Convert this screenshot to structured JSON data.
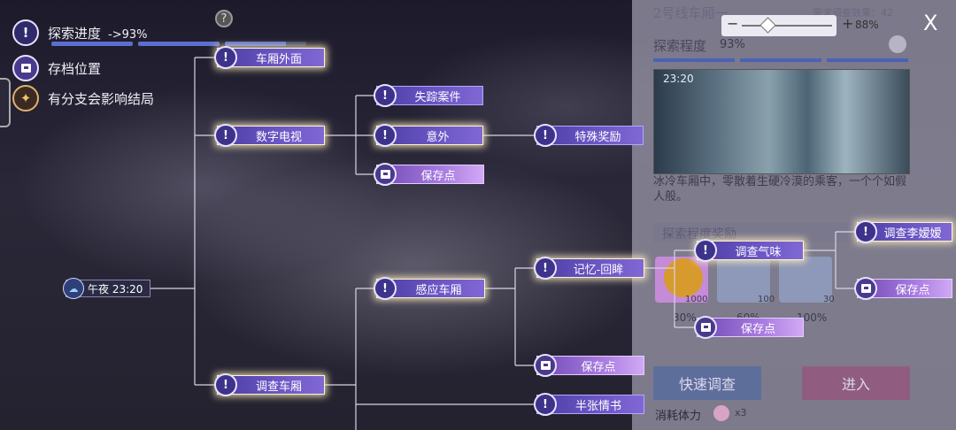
{
  "legend": {
    "explore_label": "探索进度",
    "explore_value": "->93%",
    "save_label": "存档位置",
    "branch_label": "有分支会影响结局",
    "unknown_mark": "?"
  },
  "time": {
    "label": "午夜 23:20"
  },
  "nodes": {
    "carriage_exterior": "车厢外面",
    "digital_tv": "数字电视",
    "missing_case": "失踪案件",
    "accident": "意外",
    "special_reward": "特殊奖励",
    "save_point_1": "保存点",
    "sense_carriage": "感应车厢",
    "memory_recall": "记忆-回眸",
    "save_point_2": "保存点",
    "investigate_smell": "调查气味",
    "investigate_li": "调查李嫒嫒",
    "save_point_3": "保存点",
    "save_point_4": "保存点",
    "investigate_carriage": "调查车厢",
    "half_letter": "半张情书"
  },
  "panel": {
    "title": "2号线车厢一",
    "requirement": "需求调查效果：42",
    "zoom_minus": "−",
    "zoom_plus": "+",
    "zoom_value": "88%",
    "close": "X",
    "explore_degree_label": "探索程度",
    "explore_degree_value": "93%",
    "photo_time": "23:20",
    "description": "冰冷车厢中，零散着生硬冷漠的乘客，一个个如假人般。",
    "reward_header": "探索程度奖励",
    "reward_counts": [
      "1000",
      "100",
      "30"
    ],
    "reward_pcts": [
      "30%",
      "60%",
      "100%"
    ],
    "quick_button": "快速调查",
    "enter_button": "进入",
    "stamina_label": "消耗体力",
    "stamina_value": "x3"
  },
  "colors": {
    "node": "#5b4bb8",
    "save_node": "#a77ae0",
    "glow": "#fff4cf",
    "progress": "#5a6fd0"
  }
}
